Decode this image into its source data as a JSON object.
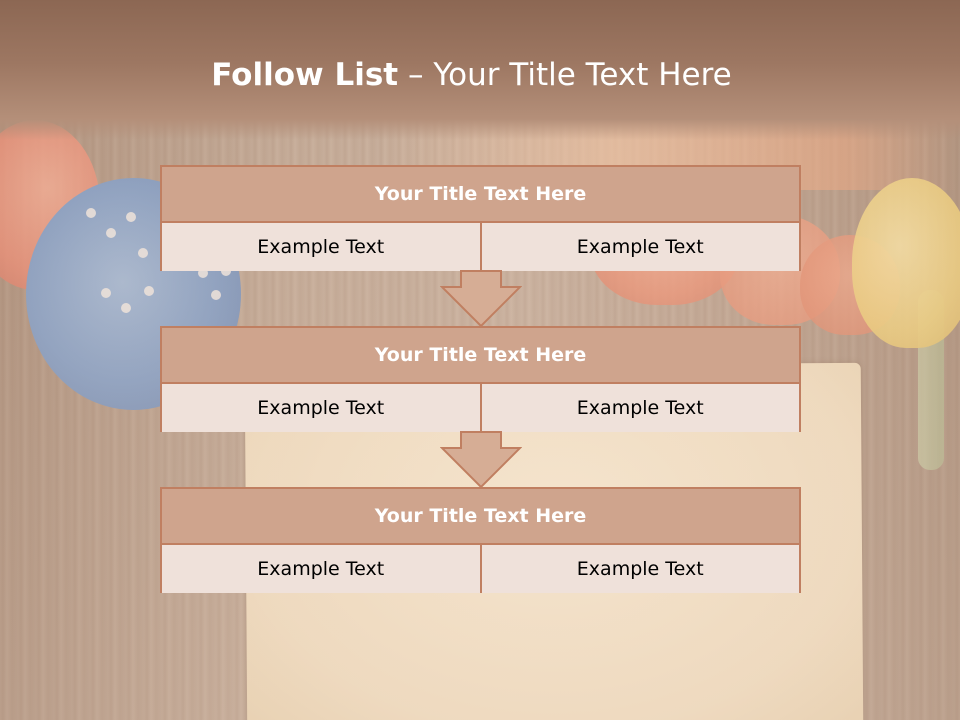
{
  "slide": {
    "title_bold": "Follow List",
    "title_separator": "–",
    "title_rest": "Your Title Text Here"
  },
  "blocks": [
    {
      "title": "Your Title Text Here",
      "cells": [
        "Example Text",
        "Example Text"
      ]
    },
    {
      "title": "Your Title Text Here",
      "cells": [
        "Example Text",
        "Example Text"
      ]
    },
    {
      "title": "Your Title Text Here",
      "cells": [
        "Example Text",
        "Example Text"
      ]
    }
  ],
  "colors": {
    "header": "#9d7762",
    "block_title_fill": "#cfa48d",
    "block_cell_fill": "#efe1da",
    "block_border": "#c07f61",
    "arrow_fill": "#d6ad95"
  }
}
